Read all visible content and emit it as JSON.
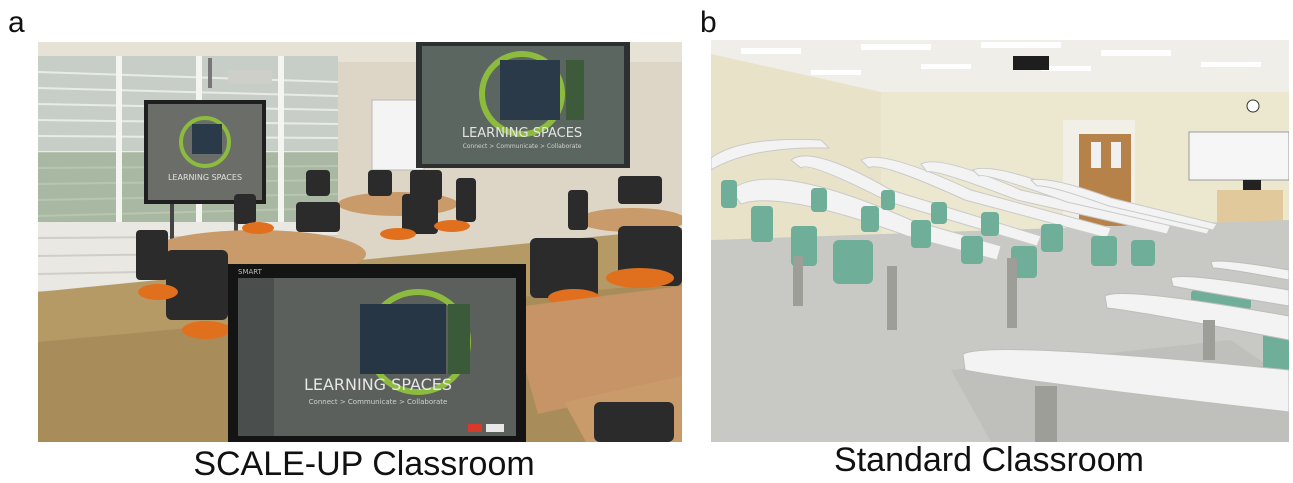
{
  "panels": [
    {
      "letter": "a",
      "caption": "SCALE-UP Classroom",
      "photo_text": {
        "screen_brand": "LEARNING SPACES",
        "screen_tagline": "Connect > Communicate > Collaborate",
        "monitor_brand": "LEARNING SPACES",
        "monitor_tagline": "Connect > Communicate > Collaborate",
        "monitor_logo": "SMART"
      }
    },
    {
      "letter": "b",
      "caption": "Standard Classroom"
    }
  ],
  "colors": {
    "background": "#ffffff",
    "caption_text": "#111111",
    "chair_orange": "#e0701e",
    "table_wood": "#c99a6a",
    "desk_white": "#f3f3f3",
    "seat_green": "#6fae98",
    "wall_cream": "#ece7cf"
  }
}
